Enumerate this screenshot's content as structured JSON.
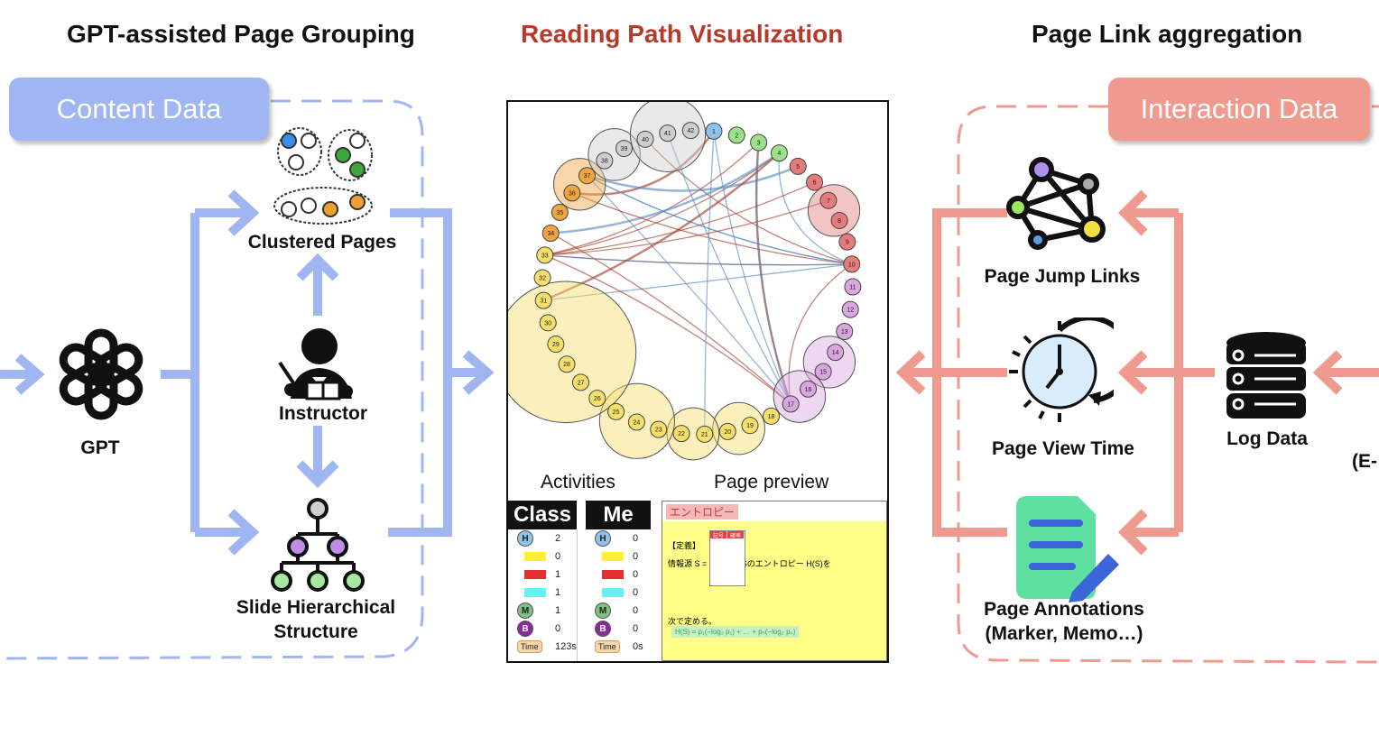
{
  "headings": {
    "left": "GPT-assisted Page Grouping",
    "center": "Reading Path Visualization",
    "right": "Page Link aggregation"
  },
  "pills": {
    "content": "Content Data",
    "interaction": "Interaction Data"
  },
  "left_nodes": {
    "gpt": "GPT",
    "clustered": "Clustered Pages",
    "instructor": "Instructor",
    "hierarchy_line1": "Slide Hierarchical",
    "hierarchy_line2": "Structure"
  },
  "right_nodes": {
    "jump": "Page Jump Links",
    "view_time": "Page View Time",
    "annotations_line1": "Page Annotations",
    "annotations_line2": "(Marker, Memo…)",
    "log": "Log Data",
    "cut_label": "(E-"
  },
  "viz": {
    "activities_label": "Activities",
    "preview_label": "Page preview",
    "class_title": "Class",
    "me_title": "Me",
    "rows": [
      {
        "kind": "badge",
        "symbol": "H",
        "color": "#8ec3ea",
        "class_value": "2",
        "me_value": "0"
      },
      {
        "kind": "swatch",
        "color": "#ffee33",
        "class_value": "0",
        "me_value": "0"
      },
      {
        "kind": "swatch",
        "color": "#e53030",
        "class_value": "1",
        "me_value": "0"
      },
      {
        "kind": "swatch",
        "color": "#66f0f0",
        "class_value": "1",
        "me_value": "0"
      },
      {
        "kind": "badge",
        "symbol": "M",
        "color": "#7fbf7f",
        "class_value": "1",
        "me_value": "0"
      },
      {
        "kind": "badge",
        "symbol": "B",
        "color": "#8a2a9e",
        "class_value": "0",
        "me_value": "0"
      },
      {
        "kind": "time",
        "symbol": "Time",
        "color": "#f7d6a8",
        "class_value": "123s",
        "me_value": "0s"
      }
    ],
    "preview": {
      "title": "エントロピー",
      "definition": "【定義】",
      "sentence": "情報源 S = に対し，Sのエントロピー H(S)を",
      "next": "次で定める。",
      "formula": "H(S) = p₁(−log₂ p₁) + … + pₙ(−log₂ pₙ)",
      "table_headers": [
        "記号",
        "確率"
      ]
    },
    "circle_nodes": [
      {
        "label": "1",
        "color": "#8ec3ea"
      },
      {
        "label": "2",
        "color": "#9ee08a"
      },
      {
        "label": "3",
        "color": "#9ee08a"
      },
      {
        "label": "4",
        "color": "#9ee08a"
      },
      {
        "label": "5",
        "color": "#e57c7c"
      },
      {
        "label": "6",
        "color": "#e57c7c"
      },
      {
        "label": "7",
        "color": "#e57c7c"
      },
      {
        "label": "8",
        "color": "#e57c7c"
      },
      {
        "label": "9",
        "color": "#e57c7c"
      },
      {
        "label": "10",
        "color": "#e57c7c"
      },
      {
        "label": "11",
        "color": "#d9a6e0"
      },
      {
        "label": "12",
        "color": "#d9a6e0"
      },
      {
        "label": "13",
        "color": "#d9a6e0"
      },
      {
        "label": "14",
        "color": "#d9a6e0"
      },
      {
        "label": "15",
        "color": "#d9a6e0"
      },
      {
        "label": "16",
        "color": "#d9a6e0"
      },
      {
        "label": "17",
        "color": "#d9a6e0"
      },
      {
        "label": "18",
        "color": "#f6de6a"
      },
      {
        "label": "19",
        "color": "#f6de6a"
      },
      {
        "label": "20",
        "color": "#f6de6a"
      },
      {
        "label": "21",
        "color": "#f6de6a"
      },
      {
        "label": "22",
        "color": "#f6de6a"
      },
      {
        "label": "23",
        "color": "#f6de6a"
      },
      {
        "label": "24",
        "color": "#f6de6a"
      },
      {
        "label": "25",
        "color": "#f6de6a"
      },
      {
        "label": "26",
        "color": "#f6de6a"
      },
      {
        "label": "27",
        "color": "#f6de6a"
      },
      {
        "label": "28",
        "color": "#f6de6a"
      },
      {
        "label": "29",
        "color": "#f6de6a"
      },
      {
        "label": "30",
        "color": "#f6de6a"
      },
      {
        "label": "31",
        "color": "#f6de6a"
      },
      {
        "label": "32",
        "color": "#f6de6a"
      },
      {
        "label": "33",
        "color": "#f6de6a"
      },
      {
        "label": "34",
        "color": "#f0a440"
      },
      {
        "label": "35",
        "color": "#f0a440"
      },
      {
        "label": "36",
        "color": "#f0a440"
      },
      {
        "label": "37",
        "color": "#f0a440"
      },
      {
        "label": "38",
        "color": "#cfcfcf"
      },
      {
        "label": "39",
        "color": "#cfcfcf"
      },
      {
        "label": "40",
        "color": "#cfcfcf"
      },
      {
        "label": "41",
        "color": "#cfcfcf"
      },
      {
        "label": "42",
        "color": "#cfcfcf"
      }
    ]
  },
  "colors": {
    "blue": "#9fb6f3",
    "salmon": "#f09a8f",
    "heading_red": "#b53a2a"
  }
}
